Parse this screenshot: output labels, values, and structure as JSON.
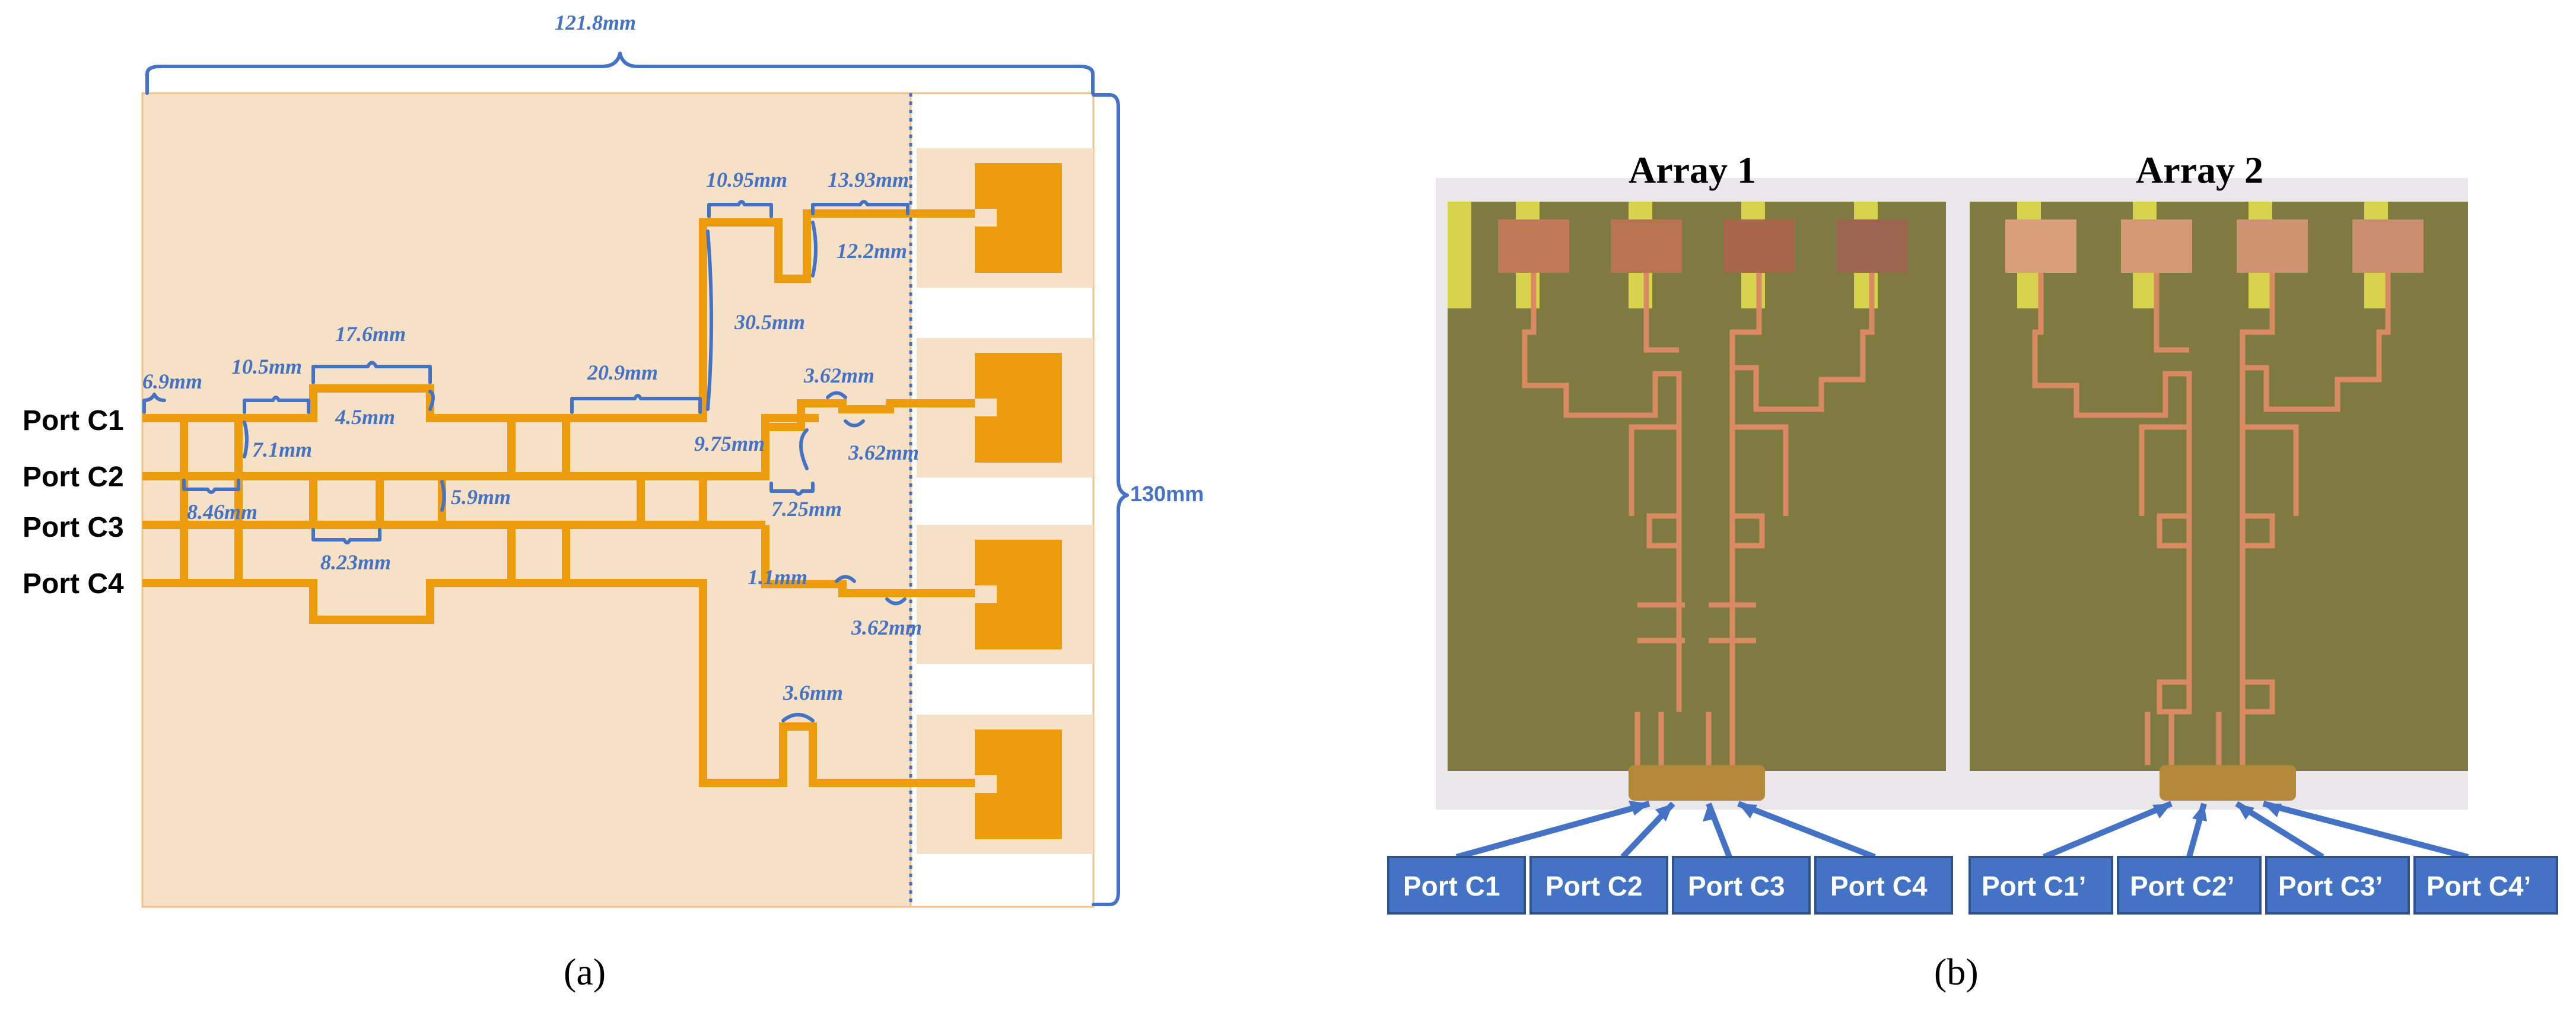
{
  "panel_a": {
    "caption": "(a)",
    "overall_width": "121.8mm",
    "overall_height": "130mm",
    "ports": [
      "Port C1",
      "Port C2",
      "Port C3",
      "Port C4"
    ],
    "dimensions": {
      "d_6_9": "6.9mm",
      "d_10_5": "10.5mm",
      "d_17_6": "17.6mm",
      "d_4_5": "4.5mm",
      "d_7_1": "7.1mm",
      "d_8_46": "8.46mm",
      "d_5_9": "5.9mm",
      "d_8_23": "8.23mm",
      "d_20_9": "20.9mm",
      "d_10_95": "10.95mm",
      "d_13_93": "13.93mm",
      "d_12_2": "12.2mm",
      "d_30_5": "30.5mm",
      "d_3_62_a": "3.62mm",
      "d_9_75": "9.75mm",
      "d_3_62_b": "3.62mm",
      "d_7_25": "7.25mm",
      "d_1_1": "1.1mm",
      "d_3_62_c": "3.62mm",
      "d_3_6": "3.6mm"
    },
    "colors": {
      "substrate": "#f7e1c6",
      "trace": "#ed9c0e",
      "dimension": "#4472c4"
    }
  },
  "panel_b": {
    "caption": "(b)",
    "array1_title": "Array 1",
    "array2_title": "Array 2",
    "port_buttons": [
      "Port C1",
      "Port C2",
      "Port C3",
      "Port C4",
      "Port C1’",
      "Port C2’",
      "Port C3’",
      "Port C4’"
    ],
    "colors": {
      "board": "#7f7a3f",
      "copper": "#d98a62",
      "button": "#4472c4"
    }
  }
}
